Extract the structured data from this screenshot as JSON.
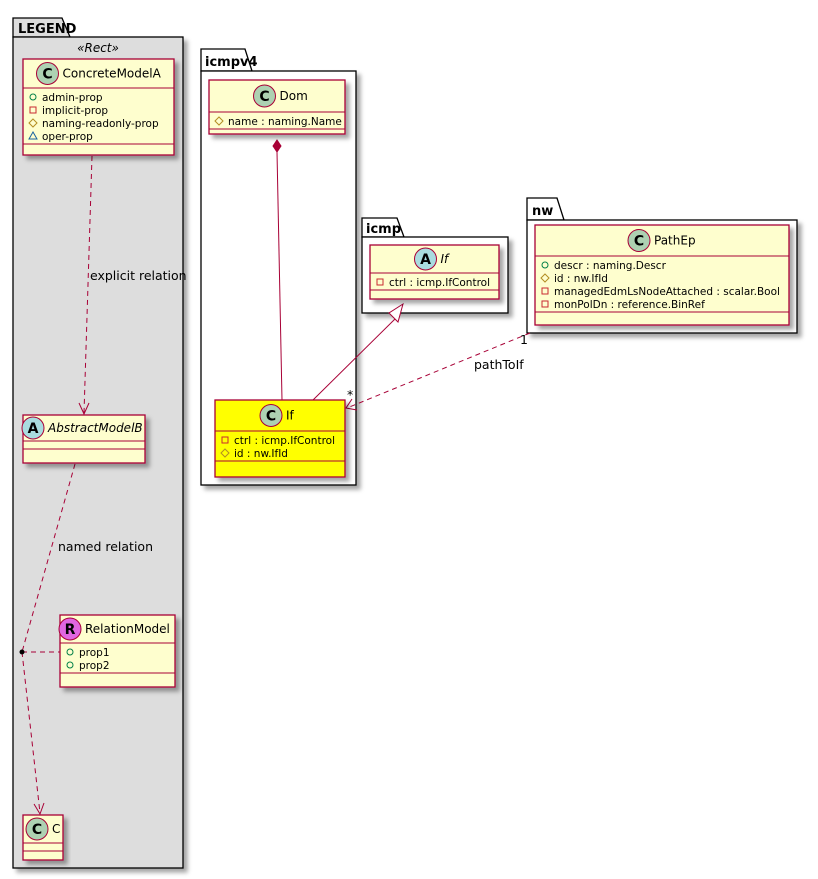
{
  "packages": [
    {
      "id": "legend",
      "name": "LEGEND",
      "stereotype": "«Rect»"
    },
    {
      "id": "icmpv4",
      "name": "icmpv4"
    },
    {
      "id": "icmp",
      "name": "icmp"
    },
    {
      "id": "nw",
      "name": "nw"
    }
  ],
  "classes": [
    {
      "id": "concrete",
      "name": "ConcreteModelA",
      "kind": "C",
      "italic": false,
      "fill": "#FEFECE",
      "members": [
        {
          "vis": "public",
          "text": "admin-prop"
        },
        {
          "vis": "private",
          "text": "implicit-prop"
        },
        {
          "vis": "protected",
          "text": "naming-readonly-prop"
        },
        {
          "vis": "package",
          "text": "oper-prop"
        }
      ]
    },
    {
      "id": "abstractb",
      "name": "AbstractModelB",
      "kind": "A",
      "italic": true,
      "fill": "#FEFECE",
      "members": []
    },
    {
      "id": "relmodel",
      "name": "RelationModel",
      "kind": "R",
      "italic": false,
      "fill": "#FEFECE",
      "members": [
        {
          "vis": "public",
          "text": "prop1"
        },
        {
          "vis": "public",
          "text": "prop2"
        }
      ]
    },
    {
      "id": "c",
      "name": "C",
      "kind": "C",
      "italic": false,
      "fill": "#FEFECE",
      "members": []
    },
    {
      "id": "dom",
      "name": "Dom",
      "kind": "C",
      "italic": false,
      "fill": "#FEFECE",
      "members": [
        {
          "vis": "protected",
          "text": "name : naming.Name"
        }
      ]
    },
    {
      "id": "ifv4",
      "name": "If",
      "kind": "C",
      "italic": false,
      "fill": "#FFFF00",
      "members": [
        {
          "vis": "private",
          "text": "ctrl : icmp.IfControl"
        },
        {
          "vis": "protected",
          "text": "id : nw.IfId"
        }
      ]
    },
    {
      "id": "ificmp",
      "name": "If",
      "kind": "A",
      "italic": true,
      "fill": "#FEFECE",
      "members": [
        {
          "vis": "private",
          "text": "ctrl : icmp.IfControl"
        }
      ]
    },
    {
      "id": "pathep",
      "name": "PathEp",
      "kind": "C",
      "italic": false,
      "fill": "#FEFECE",
      "members": [
        {
          "vis": "public",
          "text": "descr : naming.Descr"
        },
        {
          "vis": "protected",
          "text": "id : nw.IfId"
        },
        {
          "vis": "private",
          "text": "managedEdmLsNodeAttached : scalar.Bool"
        },
        {
          "vis": "private",
          "text": "monPolDn : reference.BinRef"
        }
      ]
    }
  ],
  "relations": {
    "explicit": {
      "label": "explicit relation"
    },
    "named": {
      "label": "named relation"
    },
    "pathToIf": {
      "label": "pathToIf",
      "source_mult": "1",
      "target_mult": "*"
    }
  },
  "colors": {
    "class_fill": "#FEFECE",
    "class_border": "#A80036",
    "highlight_fill": "#FFFF00",
    "legend_fill": "#DDDDDD",
    "circle_c": "#ADD1B2",
    "circle_a": "#A9DCDF",
    "circle_r": "#E066E0"
  }
}
